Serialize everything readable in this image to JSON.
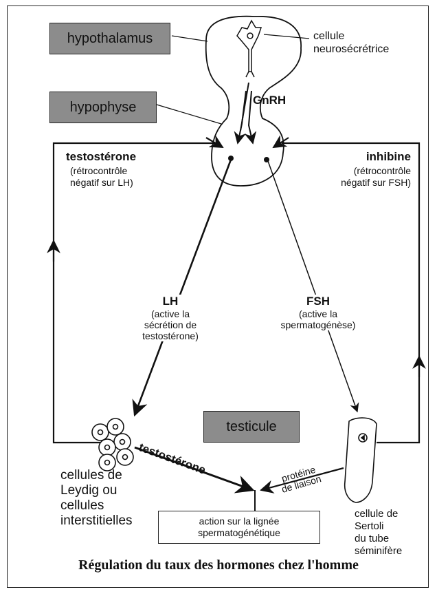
{
  "labels": {
    "hypothalamus": "hypothalamus",
    "hypophyse": "hypophyse",
    "testicule": "testicule",
    "neuro_cell_line1": "cellule",
    "neuro_cell_line2": "neurosécrétrice",
    "gnrh": "GnRH",
    "testosterone_feedback_title": "testostérone",
    "testosterone_feedback_line1": "(rétrocontrôle",
    "testosterone_feedback_line2": "négatif sur LH)",
    "inhibine_title": "inhibine",
    "inhibine_line1": "(rétrocontrôle",
    "inhibine_line2": "négatif sur FSH)",
    "lh_title": "LH",
    "lh_line1": "(active la",
    "lh_line2": "sécrétion de",
    "lh_line3": "testostérone)",
    "fsh_title": "FSH",
    "fsh_line1": "(active la",
    "fsh_line2": "spermatogénèse)",
    "testosterone_arrow": "testostérone",
    "proteine_line1": "protéine",
    "proteine_line2": "de liaison",
    "leydig_line1": "cellules de",
    "leydig_line2": "Leydig ou",
    "leydig_line3": "cellules",
    "leydig_line4": "interstitielles",
    "sertoli_line1": "cellule de",
    "sertoli_line2": "Sertoli",
    "sertoli_line3": "du tube",
    "sertoli_line4": "séminifère",
    "action_line1": "action sur la lignée",
    "action_line2": "spermatogénétique"
  },
  "caption": "Régulation du taux des hormones chez l'homme",
  "colors": {
    "box_fill": "#8c8c8c",
    "ink": "#111111"
  }
}
